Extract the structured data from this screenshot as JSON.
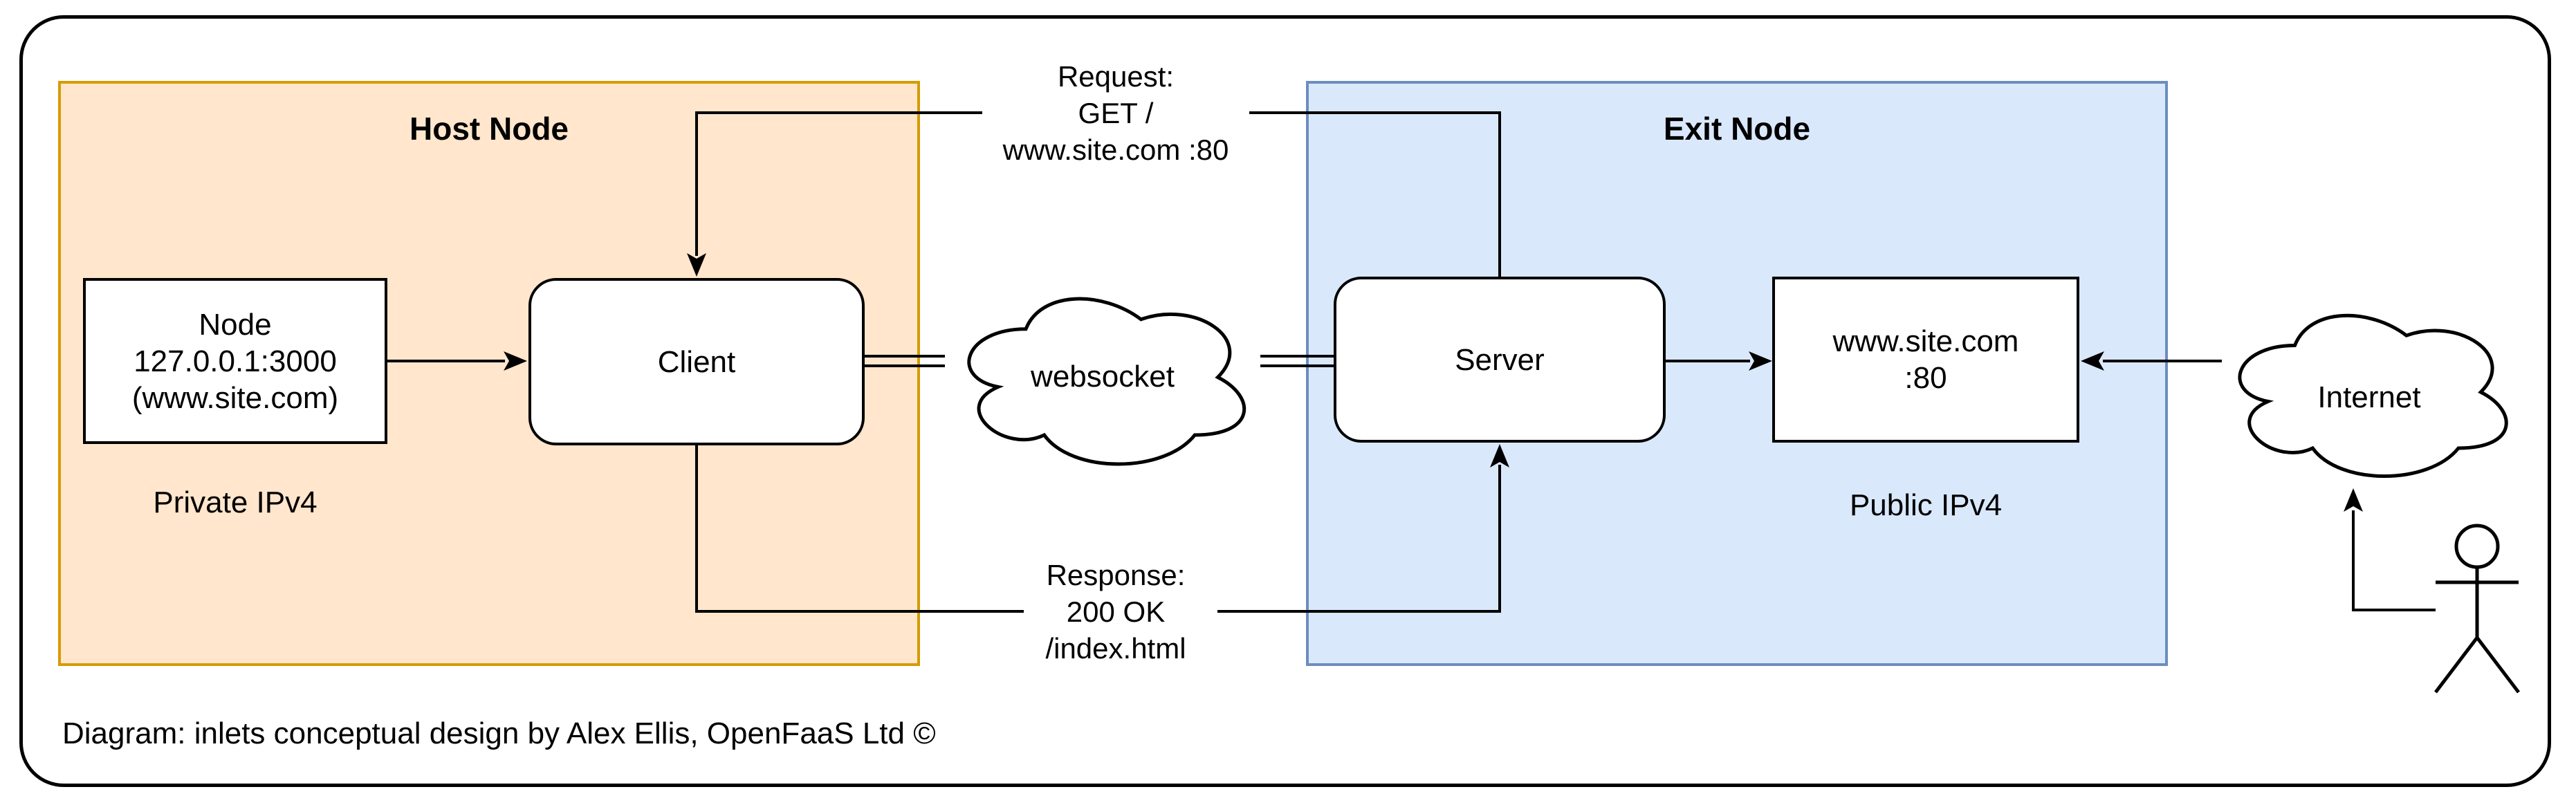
{
  "diagram": {
    "caption": "Diagram: inlets conceptual design by Alex Ellis, OpenFaaS Ltd ©"
  },
  "host_node": {
    "title": "Host Node",
    "node_box": {
      "lines": [
        "Node",
        "127.0.0.1:3000",
        "(www.site.com)"
      ]
    },
    "client_label": "Client",
    "ip_label": "Private IPv4"
  },
  "exit_node": {
    "title": "Exit Node",
    "server_label": "Server",
    "site_box": {
      "lines": [
        "www.site.com",
        ":80"
      ]
    },
    "ip_label": "Public IPv4"
  },
  "clouds": {
    "websocket_label": "websocket",
    "internet_label": "Internet"
  },
  "request": {
    "lines": [
      "Request:",
      "GET /",
      "www.site.com :80"
    ]
  },
  "response": {
    "lines": [
      "Response:",
      "200 OK",
      "/index.html"
    ]
  },
  "colors": {
    "host_fill": "#FFE6CC",
    "host_border": "#D79B00",
    "exit_fill": "#DAE8FC",
    "exit_border": "#6C8EBF",
    "node_fill": "#FFFFFF",
    "stroke": "#000000"
  }
}
